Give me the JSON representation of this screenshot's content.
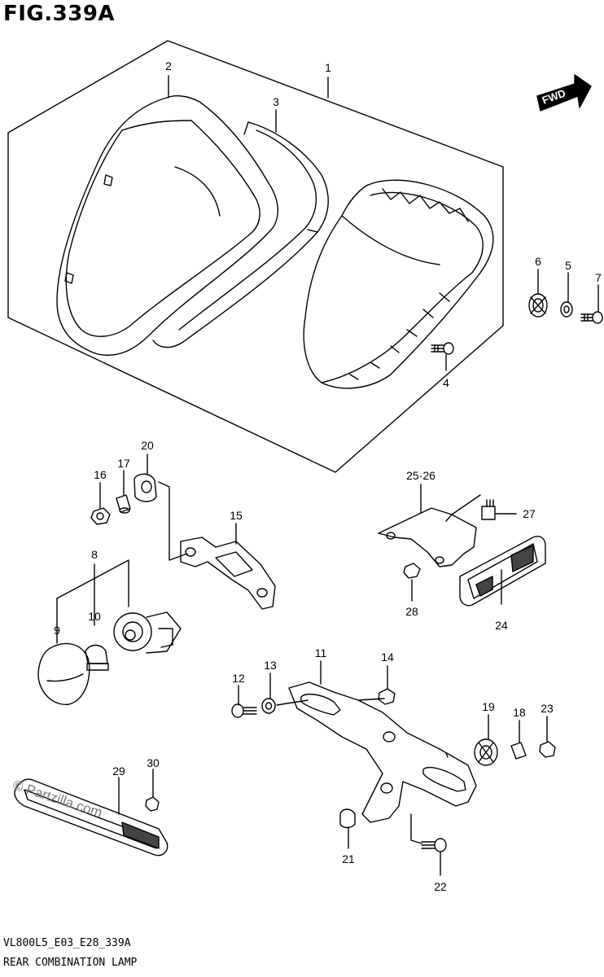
{
  "figure": {
    "title": "FIG.339A",
    "code": "VL800L5_E03_E28_339A",
    "name": "REAR COMBINATION LAMP",
    "fwd_label": "FWD",
    "watermark": "© Partzilla.com"
  },
  "callouts": {
    "c1": "1",
    "c2": "2",
    "c3": "3",
    "c4": "4",
    "c5": "5",
    "c6": "6",
    "c7": "7",
    "c8": "8",
    "c9": "9",
    "c10": "10",
    "c11": "11",
    "c12": "12",
    "c13": "13",
    "c14": "14",
    "c15": "15",
    "c16": "16",
    "c17": "17",
    "c18": "18",
    "c19": "19",
    "c20": "20",
    "c21": "21",
    "c22": "22",
    "c23": "23",
    "c24": "24",
    "c2526": "25·26",
    "c27": "27",
    "c28": "28",
    "c29": "29",
    "c30": "30"
  },
  "colors": {
    "line": "#000000",
    "background": "#ffffff"
  }
}
